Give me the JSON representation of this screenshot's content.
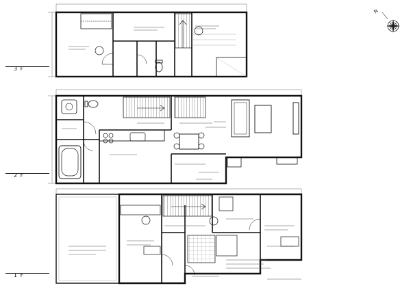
{
  "floors": [
    {
      "id": "3f",
      "label": "3 F"
    },
    {
      "id": "2f",
      "label": "2 F"
    },
    {
      "id": "1f",
      "label": "1 F"
    }
  ],
  "compass": {
    "label": "N"
  }
}
